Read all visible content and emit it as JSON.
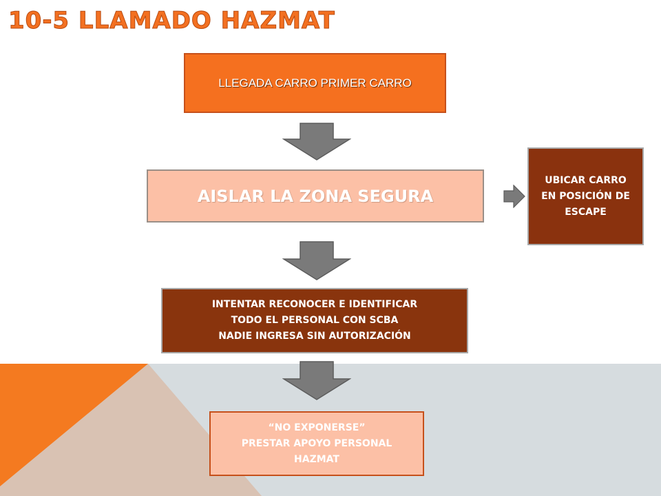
{
  "slide": {
    "title": "10-5 LLAMADO HAZMAT"
  },
  "flow": {
    "step1": "LLEGADA CARRO PRIMER CARRO",
    "step2": "AISLAR LA ZONA SEGURA",
    "side_box": [
      "UBICAR CARRO",
      "EN POSICIÓN DE",
      "ESCAPE"
    ],
    "step3": [
      "INTENTAR RECONOCER E IDENTIFICAR",
      "TODO EL PERSONAL CON SCBA",
      "NADIE INGRESA SIN AUTORIZACIÓN"
    ],
    "step4": [
      "“NO EXPONERSE”",
      "PRESTAR APOYO PERSONAL",
      "HAZMAT"
    ]
  },
  "colors": {
    "title": "#f37021",
    "orange_box": "#f5701f",
    "peach_box": "#fcc0a6",
    "brown_box": "#89340d",
    "arrow": "#7a7a7a",
    "background_band": "#d6dcdf"
  }
}
